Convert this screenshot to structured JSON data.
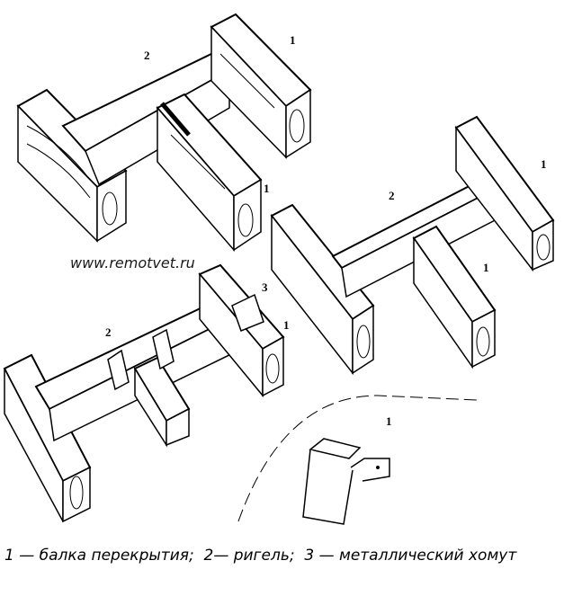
{
  "diagram": {
    "watermark": "www.remotvet.ru",
    "labels": {
      "a1_2": "2",
      "a1_1a": "1",
      "a1_1b": "1",
      "a2_2": "2",
      "a2_1a": "1",
      "a2_1b": "1",
      "a3_3": "3",
      "a3_1": "1",
      "a3_2": "2",
      "clamp_1": "1"
    },
    "caption": "1 — балка перекрытия;  2— ригель;  3 — металлический хомут"
  }
}
